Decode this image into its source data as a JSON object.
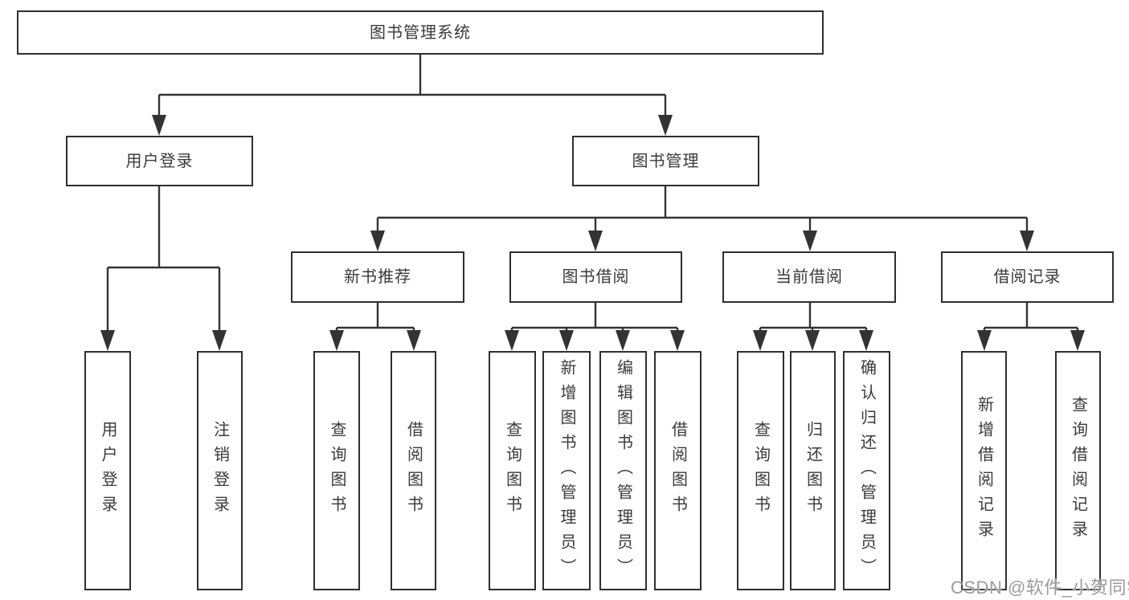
{
  "tree": {
    "label": "图书管理系统",
    "children": [
      {
        "label": "用户登录",
        "children": [
          {
            "label": "用户登录"
          },
          {
            "label": "注销登录"
          }
        ]
      },
      {
        "label": "图书管理",
        "children": [
          {
            "label": "新书推荐",
            "children": [
              {
                "label": "查询图书"
              },
              {
                "label": "借阅图书"
              }
            ]
          },
          {
            "label": "图书借阅",
            "children": [
              {
                "label": "查询图书"
              },
              {
                "label": "新增图书（管理员）"
              },
              {
                "label": "编辑图书（管理员）"
              },
              {
                "label": "借阅图书"
              }
            ]
          },
          {
            "label": "当前借阅",
            "children": [
              {
                "label": "查询图书"
              },
              {
                "label": "归还图书"
              },
              {
                "label": "确认归还（管理员）"
              }
            ]
          },
          {
            "label": "借阅记录",
            "children": [
              {
                "label": "新增借阅记录"
              },
              {
                "label": "查询借阅记录"
              }
            ]
          }
        ]
      }
    ]
  },
  "watermark": {
    "text": "CSDN @软件_小贺同学"
  },
  "colors": {
    "line": "#333333",
    "box_border": "#2f2f2f",
    "text": "#3a3a3a",
    "watermark": "#9b9b9b",
    "background": "#ffffff"
  }
}
